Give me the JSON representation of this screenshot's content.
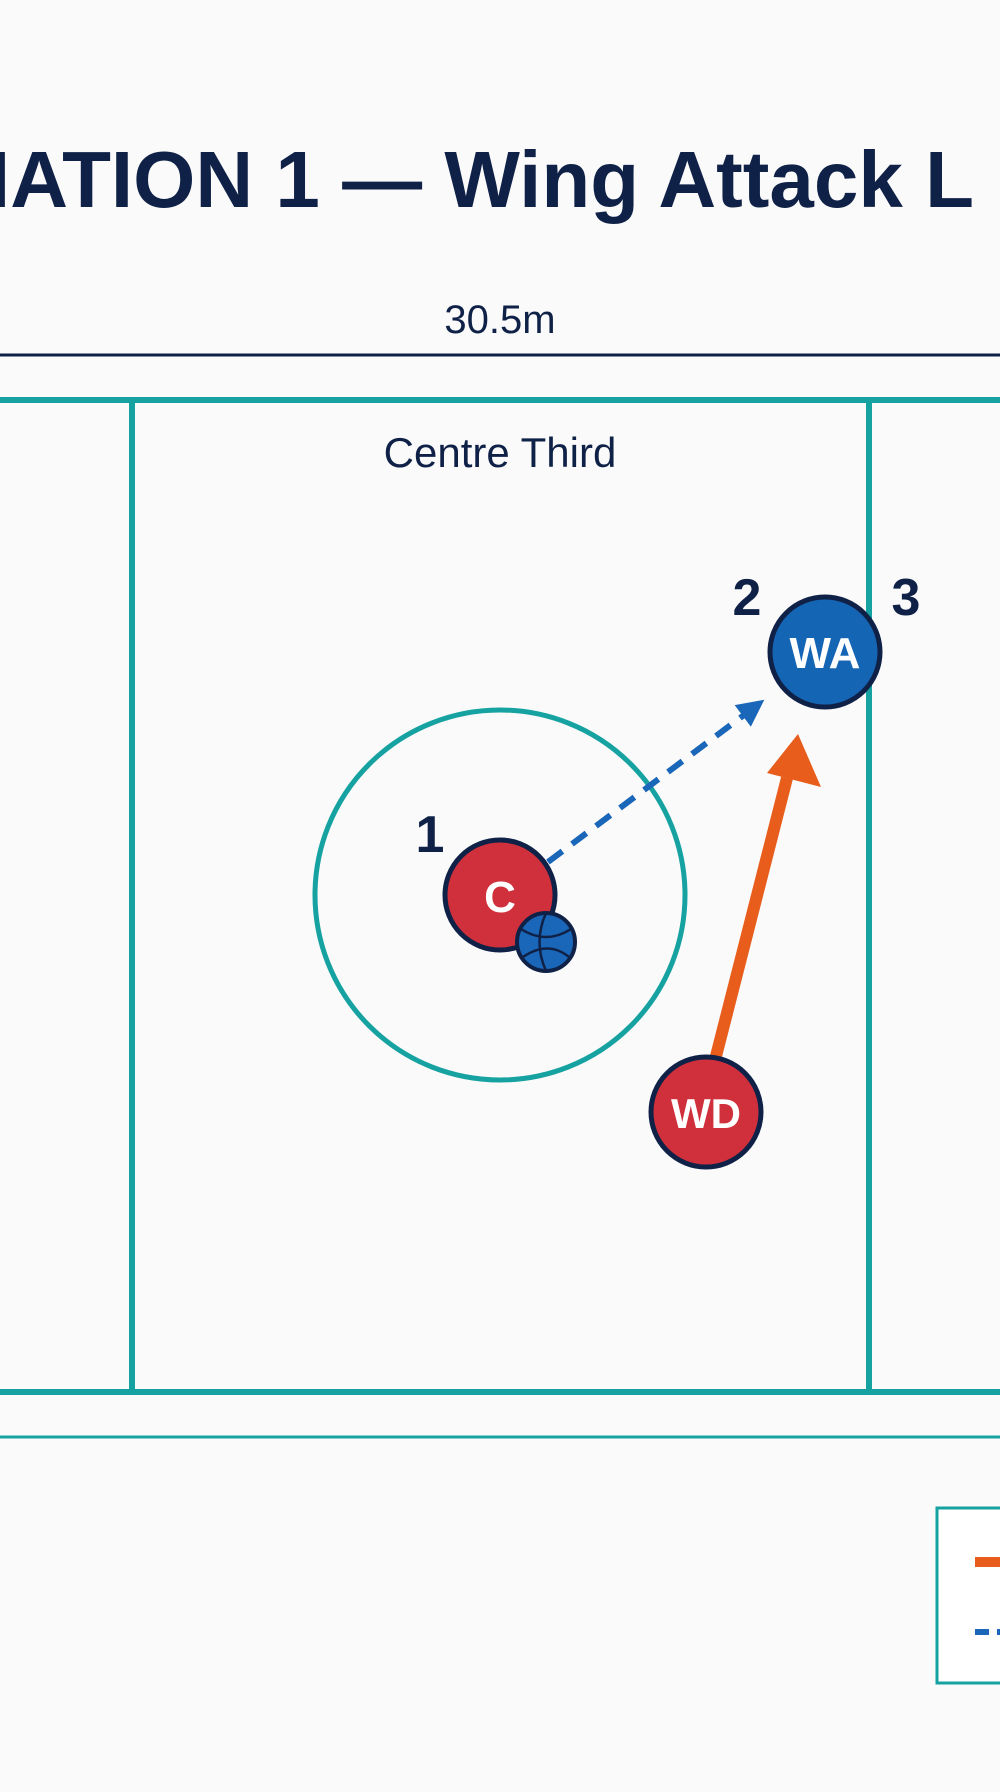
{
  "title": "IATION 1 — Wing Attack L",
  "dimension_label": "30.5m",
  "zone_label": "Centre Third",
  "steps": [
    "1",
    "2",
    "3"
  ],
  "players": {
    "centre": {
      "label": "C",
      "team_color": "#d0303c"
    },
    "wing_attack": {
      "label": "WA",
      "team_color": "#1565b5"
    },
    "wing_defence": {
      "label": "WD",
      "team_color": "#d0303c"
    }
  },
  "colors": {
    "court_lines": "#17a2a2",
    "ink": "#0f2147",
    "movement_arrow": "#e85d1c",
    "pass_arrow": "#1a66b8",
    "background": "#fafafa"
  },
  "icons": {
    "ball": "netball-icon",
    "movement": "solid-arrow-icon",
    "pass": "dashed-arrow-icon"
  }
}
